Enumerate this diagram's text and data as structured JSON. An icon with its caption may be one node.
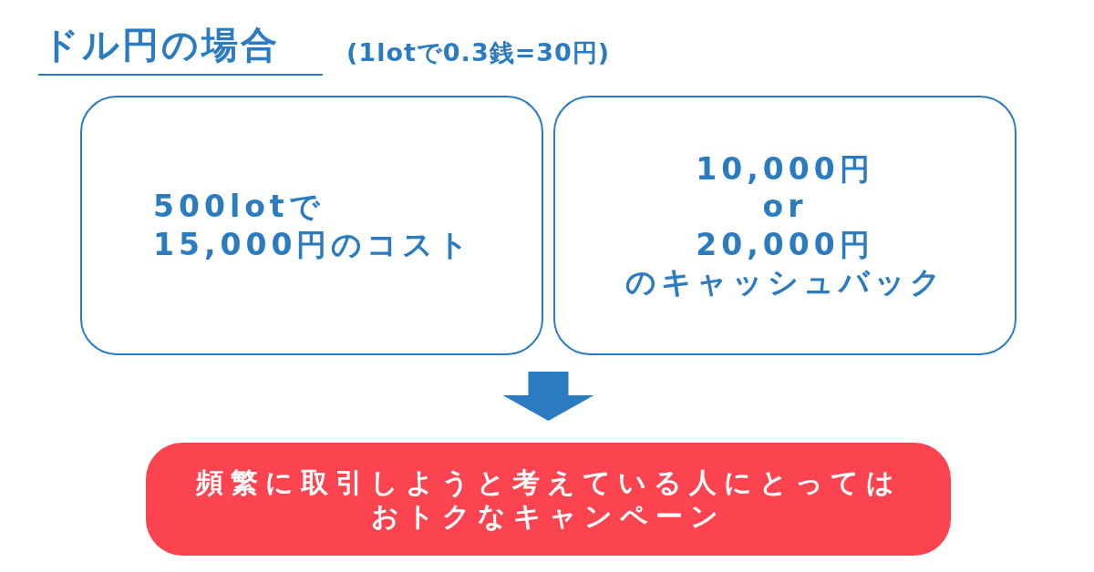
{
  "diagram": {
    "title": "ドル円の場合",
    "nodes": [
      {
        "text": [
          "500lotで",
          "15,000円のコスト"
        ]
      },
      {
        "text": [
          "10,000円",
          "or",
          "20,000円",
          "のキャッシュバック"
        ]
      },
      {
        "text": [
          "頻繁に取引しようと考えている人にとってはおトクなキャンペーン"
        ]
      }
    ],
    "edges": [
      {
        "from": null,
        "to": 2,
        "arrow": "to"
      }
    ],
    "labels": [
      "(1lotで0.3銭=30円)"
    ]
  }
}
